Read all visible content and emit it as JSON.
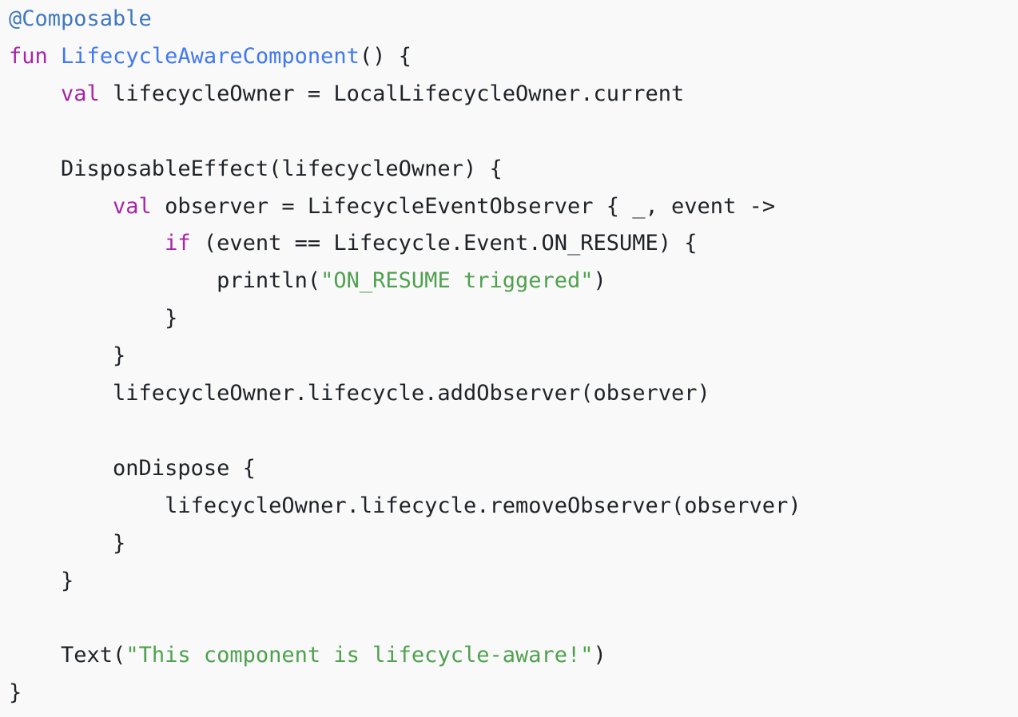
{
  "colors": {
    "background": "#f9f9f9",
    "text": "#1f2328",
    "annotation": "#4078c0",
    "keyword": "#a626a4",
    "function_name": "#4078f2",
    "string": "#50a14f"
  },
  "code": {
    "language": "kotlin",
    "lines": [
      [
        {
          "t": "annotation",
          "v": "@Composable"
        }
      ],
      [
        {
          "t": "keyword",
          "v": "fun"
        },
        {
          "t": "plain",
          "v": " "
        },
        {
          "t": "function",
          "v": "LifecycleAwareComponent"
        },
        {
          "t": "plain",
          "v": "() {"
        }
      ],
      [
        {
          "t": "plain",
          "v": "    "
        },
        {
          "t": "keyword",
          "v": "val"
        },
        {
          "t": "plain",
          "v": " lifecycleOwner = LocalLifecycleOwner.current"
        }
      ],
      [],
      [
        {
          "t": "plain",
          "v": "    DisposableEffect(lifecycleOwner) {"
        }
      ],
      [
        {
          "t": "plain",
          "v": "        "
        },
        {
          "t": "keyword",
          "v": "val"
        },
        {
          "t": "plain",
          "v": " observer = LifecycleEventObserver { _, event ->"
        }
      ],
      [
        {
          "t": "plain",
          "v": "            "
        },
        {
          "t": "keyword",
          "v": "if"
        },
        {
          "t": "plain",
          "v": " (event == Lifecycle.Event.ON_RESUME) {"
        }
      ],
      [
        {
          "t": "plain",
          "v": "                println("
        },
        {
          "t": "string",
          "v": "\"ON_RESUME triggered\""
        },
        {
          "t": "plain",
          "v": ")"
        }
      ],
      [
        {
          "t": "plain",
          "v": "            }"
        }
      ],
      [
        {
          "t": "plain",
          "v": "        }"
        }
      ],
      [
        {
          "t": "plain",
          "v": "        lifecycleOwner.lifecycle.addObserver(observer)"
        }
      ],
      [],
      [
        {
          "t": "plain",
          "v": "        onDispose {"
        }
      ],
      [
        {
          "t": "plain",
          "v": "            lifecycleOwner.lifecycle.removeObserver(observer)"
        }
      ],
      [
        {
          "t": "plain",
          "v": "        }"
        }
      ],
      [
        {
          "t": "plain",
          "v": "    }"
        }
      ],
      [],
      [
        {
          "t": "plain",
          "v": "    Text("
        },
        {
          "t": "string",
          "v": "\"This component is lifecycle-aware!\""
        },
        {
          "t": "plain",
          "v": ")"
        }
      ],
      [
        {
          "t": "plain",
          "v": "}"
        }
      ]
    ]
  }
}
